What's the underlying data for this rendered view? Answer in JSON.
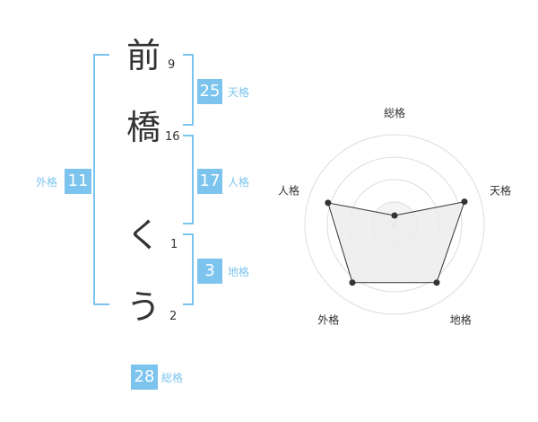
{
  "characters": [
    {
      "char": "前",
      "strokes": "9"
    },
    {
      "char": "橋",
      "strokes": "16"
    },
    {
      "char": "く",
      "strokes": "1"
    },
    {
      "char": "う",
      "strokes": "2"
    }
  ],
  "scores": {
    "tenkaku": {
      "value": "25",
      "label": "天格"
    },
    "jinkaku": {
      "value": "17",
      "label": "人格"
    },
    "chikaku": {
      "value": "3",
      "label": "地格"
    },
    "gaikaku": {
      "value": "11",
      "label": "外格"
    },
    "soukaku": {
      "value": "28",
      "label": "総格"
    }
  },
  "colors": {
    "accent": "#7cc4ee",
    "text": "#333333",
    "radar_fill": "#ececec",
    "grid": "#dddddd"
  },
  "chart_data": {
    "type": "radar",
    "axes": [
      "総格",
      "天格",
      "地格",
      "外格",
      "人格"
    ],
    "values": [
      0.1,
      0.82,
      0.8,
      0.8,
      0.78
    ],
    "range": [
      0,
      1
    ]
  }
}
